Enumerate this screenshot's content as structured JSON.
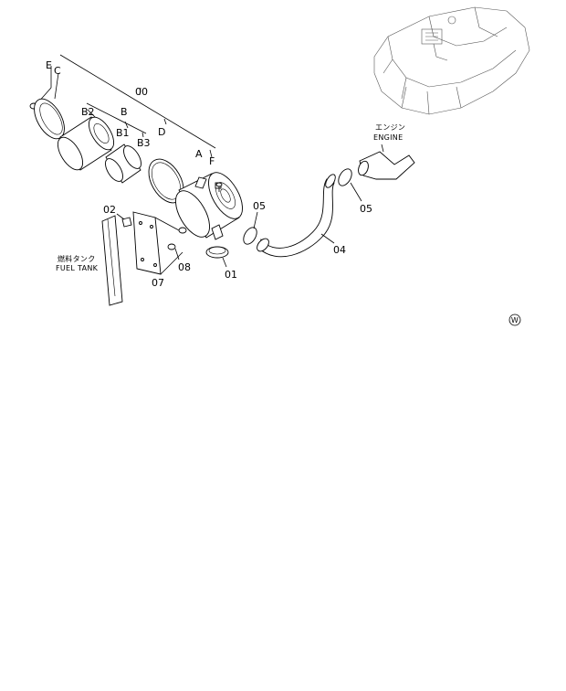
{
  "labels": {
    "E": "E",
    "C": "C",
    "00": "00",
    "B2": "B2",
    "B": "B",
    "B1": "B1",
    "B3": "B3",
    "D": "D",
    "A": "A",
    "F": "F",
    "02": "02",
    "05a": "05",
    "05b": "05",
    "04": "04",
    "08": "08",
    "01": "01",
    "07": "07"
  },
  "annotations": {
    "engine_jp": "エンジン",
    "engine_en": "ENGINE",
    "fuel_tank_jp": "燃料タンク",
    "fuel_tank_en": "FUEL TANK"
  },
  "mark": "W"
}
